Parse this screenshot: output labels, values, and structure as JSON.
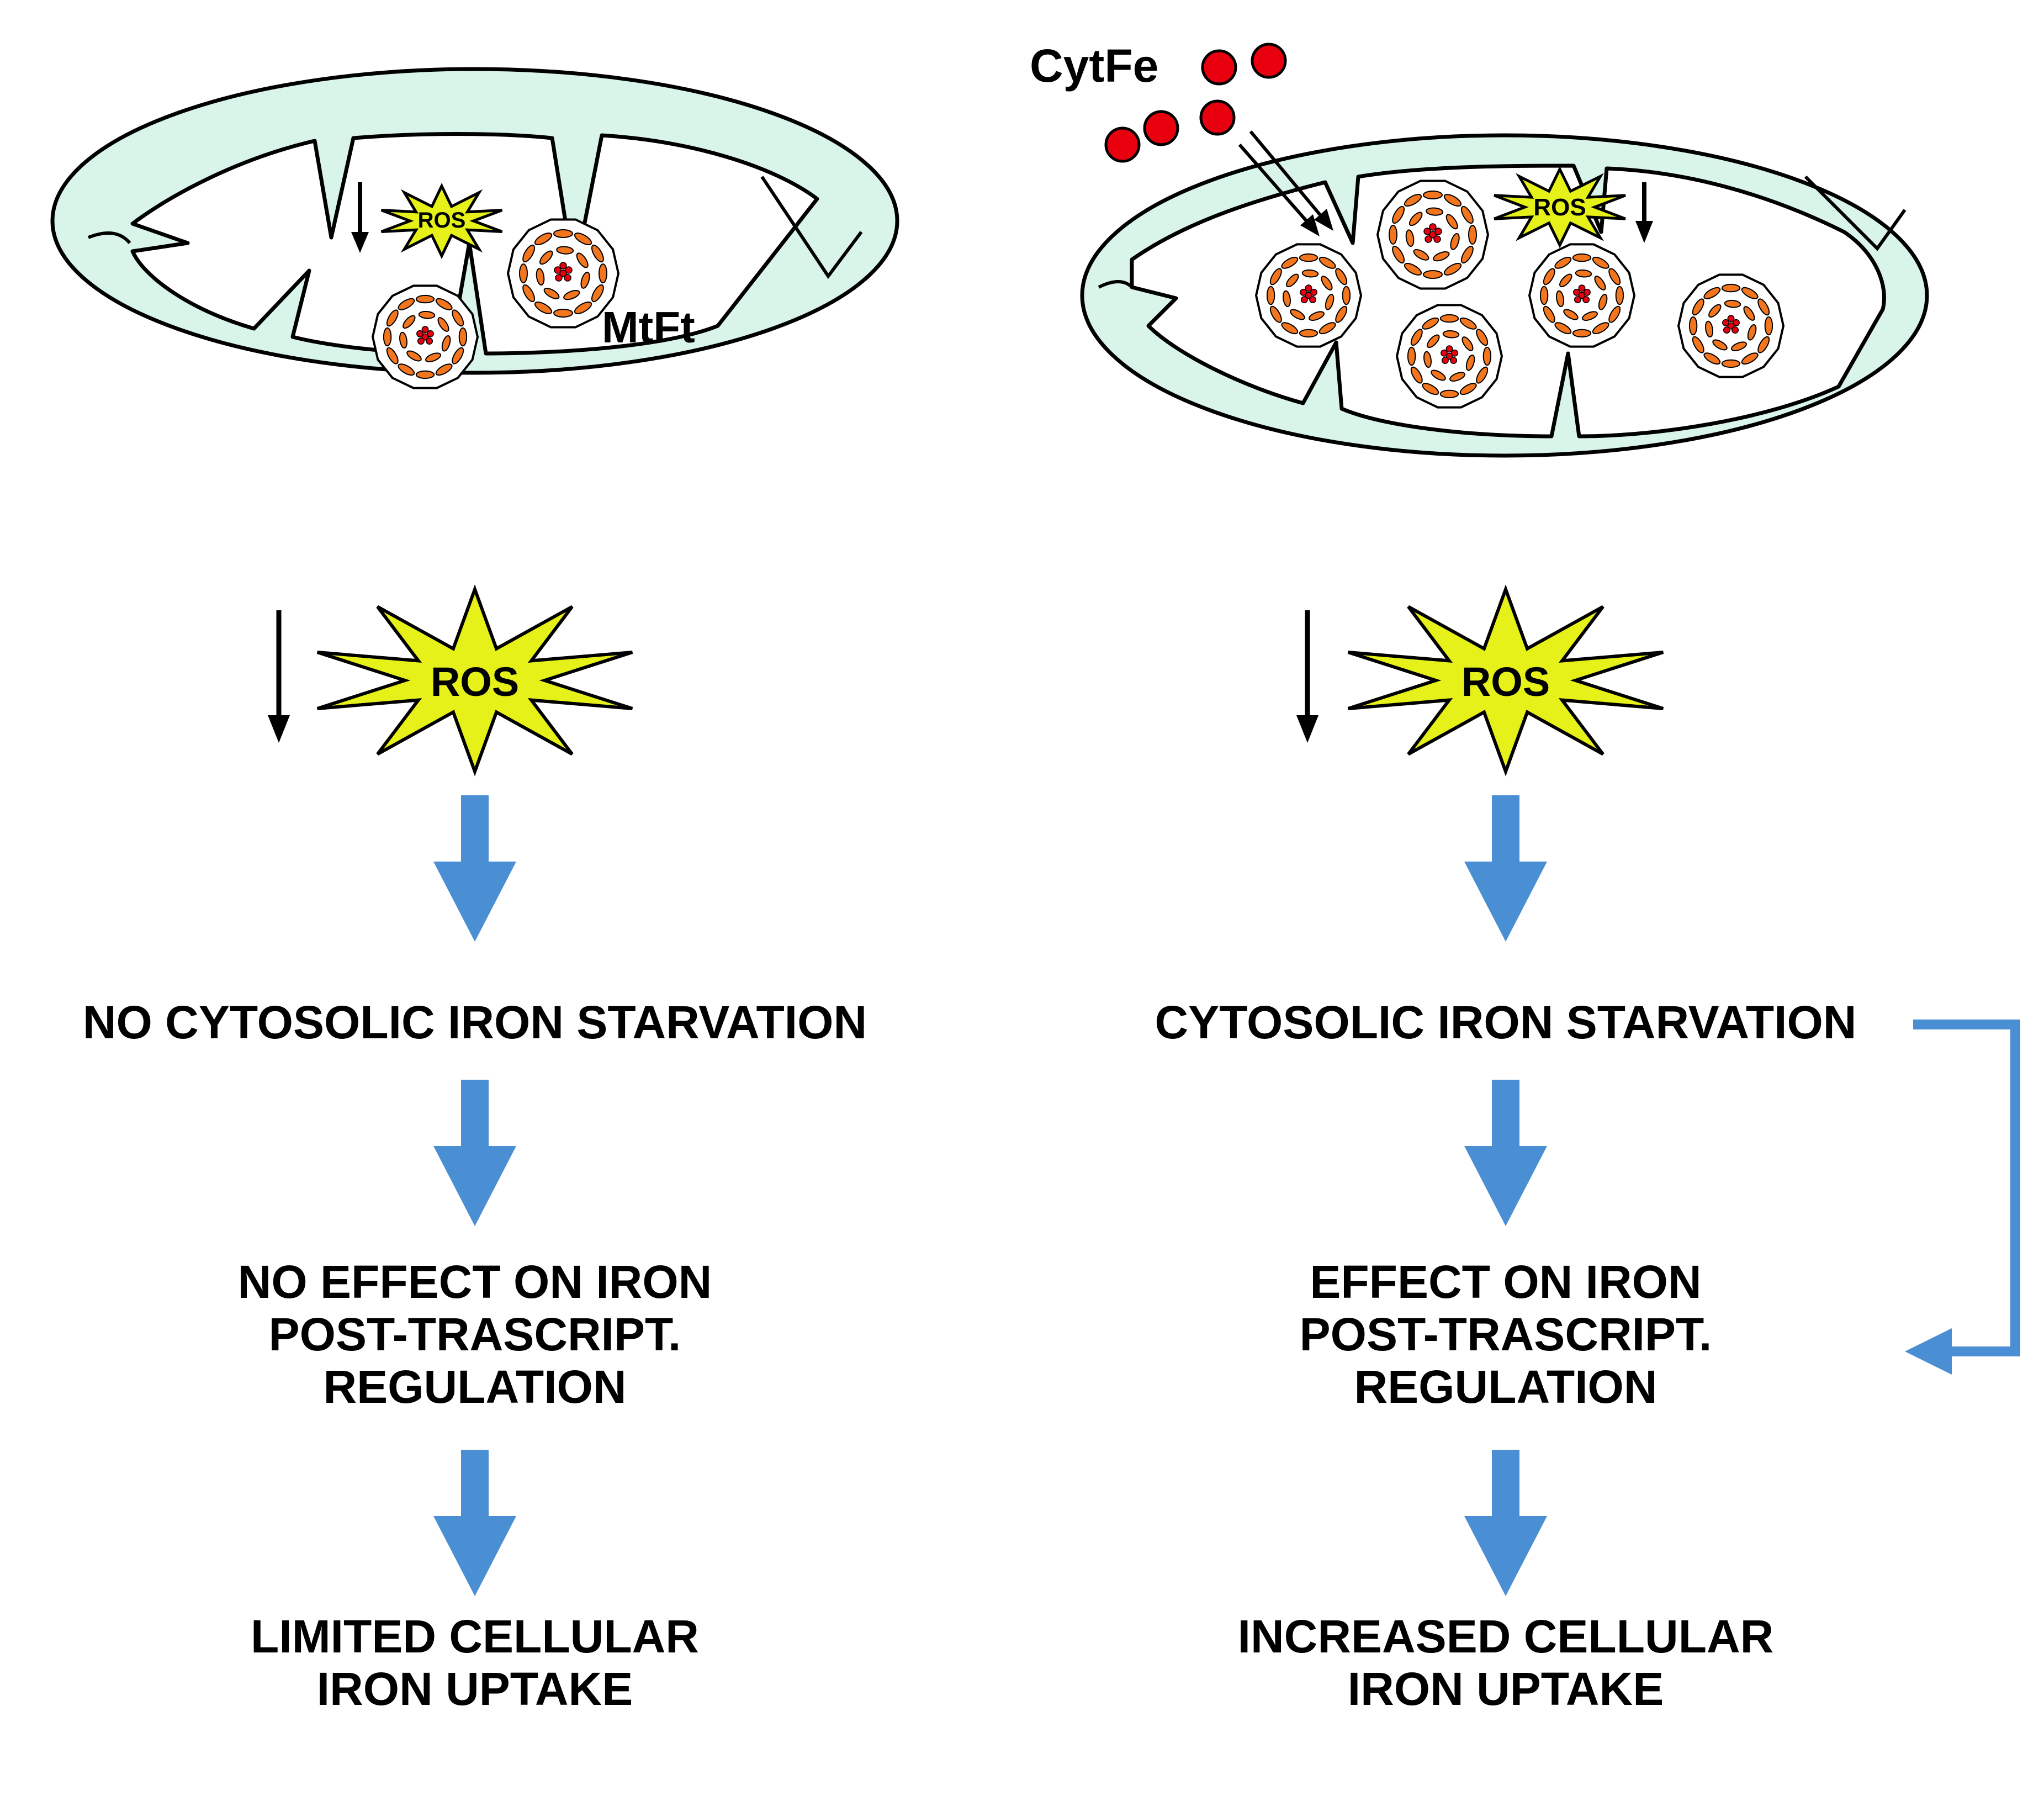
{
  "colors": {
    "matrix": "#d9f5ea",
    "outline": "#000000",
    "ros": "#e6f019",
    "iron": "#e8000f",
    "ferritin_shell": "#ffffff",
    "ferritin_subunit": "#f3761f",
    "flow_arrow": "#4a8fd3",
    "text": "#000000"
  },
  "left": {
    "ros_small": "ROS",
    "ferritin_label": "MtFt",
    "ros_big": "ROS",
    "steps": [
      [
        "NO CYTOSOLIC IRON STARVATION"
      ],
      [
        "NO EFFECT ON IRON",
        "POST-TRASCRIPT.",
        "REGULATION"
      ],
      [
        "LIMITED CELLULAR",
        "IRON UPTAKE"
      ]
    ]
  },
  "right": {
    "iron_label": "CytFe",
    "ros_small": "ROS",
    "ros_big": "ROS",
    "steps": [
      [
        "CYTOSOLIC IRON STARVATION"
      ],
      [
        "EFFECT ON IRON",
        "POST-TRASCRIPT.",
        "REGULATION"
      ],
      [
        "INCREASED CELLULAR",
        "IRON UPTAKE"
      ]
    ]
  }
}
